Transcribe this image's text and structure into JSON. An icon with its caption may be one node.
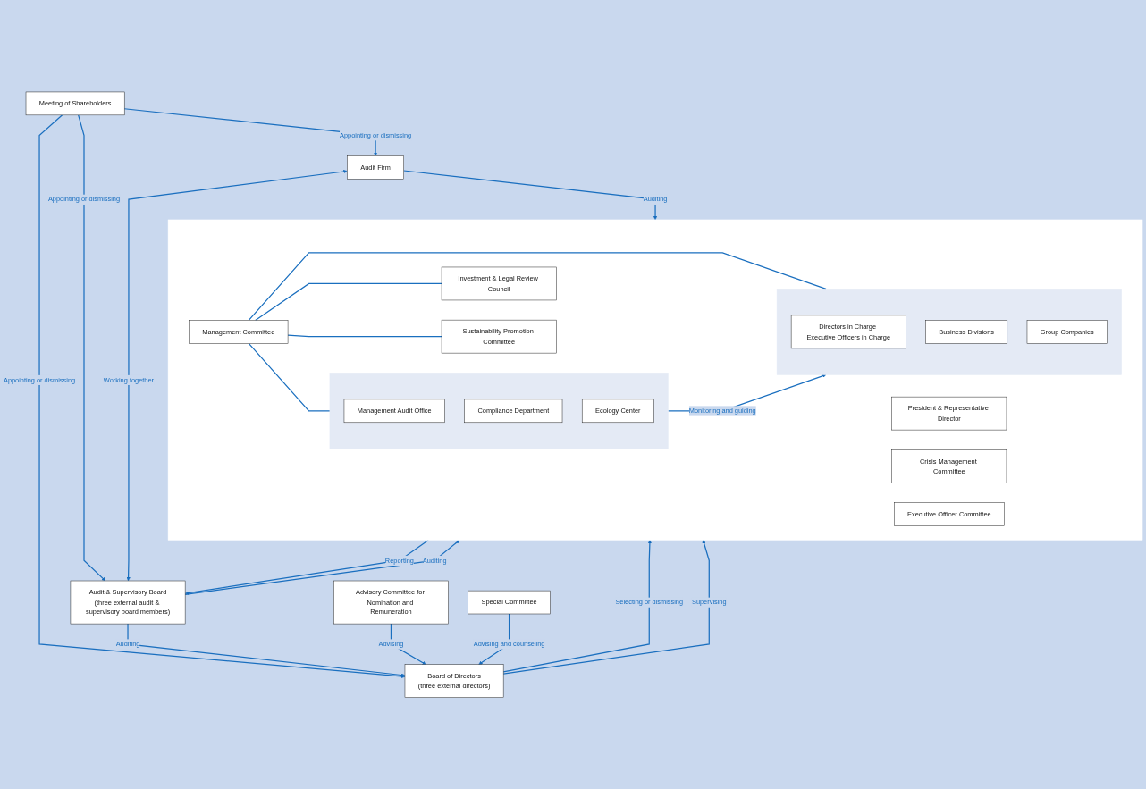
{
  "diagram": {
    "nodes": [
      {
        "text": [
          "Meeting of Shareholders"
        ]
      },
      {
        "text": [
          "Audit Firm"
        ]
      },
      {
        "text": [
          "Board of Directors",
          "(three external directors)"
        ]
      },
      {
        "text": [
          "Audit & Supervisory Board",
          "(three external audit & supervisory board members)"
        ]
      },
      {
        "text": [
          "Advisory Committee for Nomination and Remuneration"
        ]
      },
      {
        "text": [
          "Special Committee"
        ]
      },
      {
        "text": [],
        "shape": "box"
      },
      {
        "text": [
          "President & Representative Director"
        ],
        "in": 6
      },
      {
        "text": [
          "Crisis Management Committee"
        ],
        "in": 6
      },
      {
        "text": [
          "Executive Officer Committee"
        ],
        "in": 6
      },
      {
        "text": [
          "Management Committee"
        ],
        "in": 6
      },
      {
        "text": [
          "Investment & Legal Review Council"
        ],
        "in": 6
      },
      {
        "text": [
          "Sustainability Promotion Committee"
        ],
        "in": 6
      },
      {
        "text": [],
        "shape": "box",
        "in": 6
      },
      {
        "text": [
          "Directors in Charge Executive Officers in Charge"
        ],
        "in": 13
      },
      {
        "text": [
          "Business Divisions"
        ],
        "in": 13
      },
      {
        "text": [
          "Group Companies"
        ],
        "in": 13
      },
      {
        "text": [],
        "shape": "box",
        "in": 6
      },
      {
        "text": [
          "Management Audit Office"
        ],
        "in": 17
      },
      {
        "text": [
          "Compliance Department"
        ],
        "in": 17
      },
      {
        "text": [
          "Ecology Center"
        ],
        "in": 17
      }
    ],
    "edges": [
      {
        "from": 0,
        "to": 1,
        "arrow": "to",
        "label": "Appointing or dismissing"
      },
      {
        "from": 0,
        "to": 2,
        "arrow": "to",
        "label": "Appointing or dismissing"
      },
      {
        "from": 0,
        "to": 3,
        "arrow": "to",
        "label": "Appointing or dismissing"
      },
      {
        "from": 3,
        "to": 2,
        "arrow": "to",
        "label": "Auditing"
      },
      {
        "from": 4,
        "to": 2,
        "arrow": "to",
        "label": "Advising"
      },
      {
        "from": 5,
        "to": 2,
        "arrow": "to",
        "label": "Advising and counseling"
      },
      {
        "from": 2,
        "to": 6,
        "arrow": "to",
        "label": "Selecting or dismissing"
      },
      {
        "from": 2,
        "to": 6,
        "arrow": "to",
        "label": "Supervising"
      },
      {
        "from": 3,
        "to": 6,
        "arrow": "to",
        "label": "Auditing"
      },
      {
        "from": 1,
        "to": 6,
        "arrow": "to",
        "label": "Auditing"
      },
      {
        "from": 6,
        "to": 3,
        "arrow": "to",
        "label": "Reporting"
      },
      {
        "from": 1,
        "to": 3,
        "arrow": "both",
        "label": "Working together"
      },
      {
        "from": 10,
        "to": 11,
        "arrow": "none"
      },
      {
        "from": 10,
        "to": 12,
        "arrow": "none"
      },
      {
        "from": 10,
        "to": 13,
        "arrow": "none"
      },
      {
        "from": 10,
        "to": 17,
        "arrow": "none"
      },
      {
        "from": 17,
        "to": 13,
        "arrow": "to",
        "label": "Monitoring and guiding"
      }
    ]
  }
}
